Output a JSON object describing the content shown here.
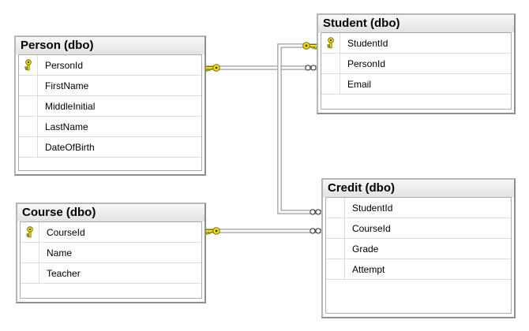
{
  "diagram": {
    "kind": "database-diagram",
    "tables": [
      {
        "title": "Person (dbo)",
        "columns": [
          {
            "name": "PersonId",
            "pk": true
          },
          {
            "name": "FirstName",
            "pk": false
          },
          {
            "name": "MiddleInitial",
            "pk": false
          },
          {
            "name": "LastName",
            "pk": false
          },
          {
            "name": "DateOfBirth",
            "pk": false
          }
        ]
      },
      {
        "title": "Student (dbo)",
        "columns": [
          {
            "name": "StudentId",
            "pk": true
          },
          {
            "name": "PersonId",
            "pk": false
          },
          {
            "name": "Email",
            "pk": false
          }
        ]
      },
      {
        "title": "Course (dbo)",
        "columns": [
          {
            "name": "CourseId",
            "pk": true
          },
          {
            "name": "Name",
            "pk": false
          },
          {
            "name": "Teacher",
            "pk": false
          }
        ]
      },
      {
        "title": "Credit (dbo)",
        "columns": [
          {
            "name": "StudentId",
            "pk": false
          },
          {
            "name": "CourseId",
            "pk": false
          },
          {
            "name": "Grade",
            "pk": false
          },
          {
            "name": "Attempt",
            "pk": false
          }
        ]
      }
    ],
    "relationships": [
      {
        "one_side": "Person.PersonId",
        "many_side": "Student.PersonId",
        "one_end_symbol": "key",
        "many_end_symbol": "infinity"
      },
      {
        "one_side": "Student.StudentId",
        "many_side": "Credit.StudentId",
        "one_end_symbol": "key",
        "many_end_symbol": "infinity"
      },
      {
        "one_side": "Course.CourseId",
        "many_side": "Credit.CourseId",
        "one_end_symbol": "key",
        "many_end_symbol": "infinity"
      }
    ],
    "colors": {
      "key_yellow": "#fbe20b",
      "key_outline": "#6f6f00",
      "line_gray": "#9e9e9e",
      "header_gradient_top": "#f8f8f8",
      "header_gradient_bottom": "#e2e2e2",
      "table_border": "#8d8d8d",
      "row_separator": "#dcdcdc"
    }
  }
}
